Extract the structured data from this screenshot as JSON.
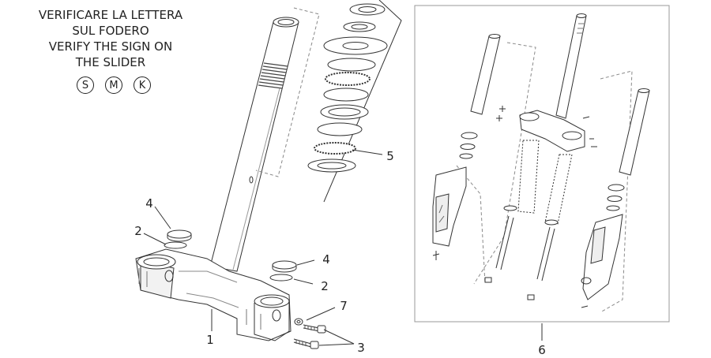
{
  "notice": {
    "lines": [
      "VERIFICARE LA LETTERA",
      "SUL FODERO",
      "VERIFY THE SIGN ON",
      "THE SLIDER"
    ],
    "badges": [
      "S",
      "M",
      "K"
    ]
  },
  "callouts": {
    "c1": "1",
    "c2a": "2",
    "c2b": "2",
    "c3": "3",
    "c4a": "4",
    "c4b": "4",
    "c5": "5",
    "c6": "6",
    "c7": "7"
  },
  "colors": {
    "line": "#333333",
    "frame": "#999999",
    "dash": "#8a8a8a"
  }
}
